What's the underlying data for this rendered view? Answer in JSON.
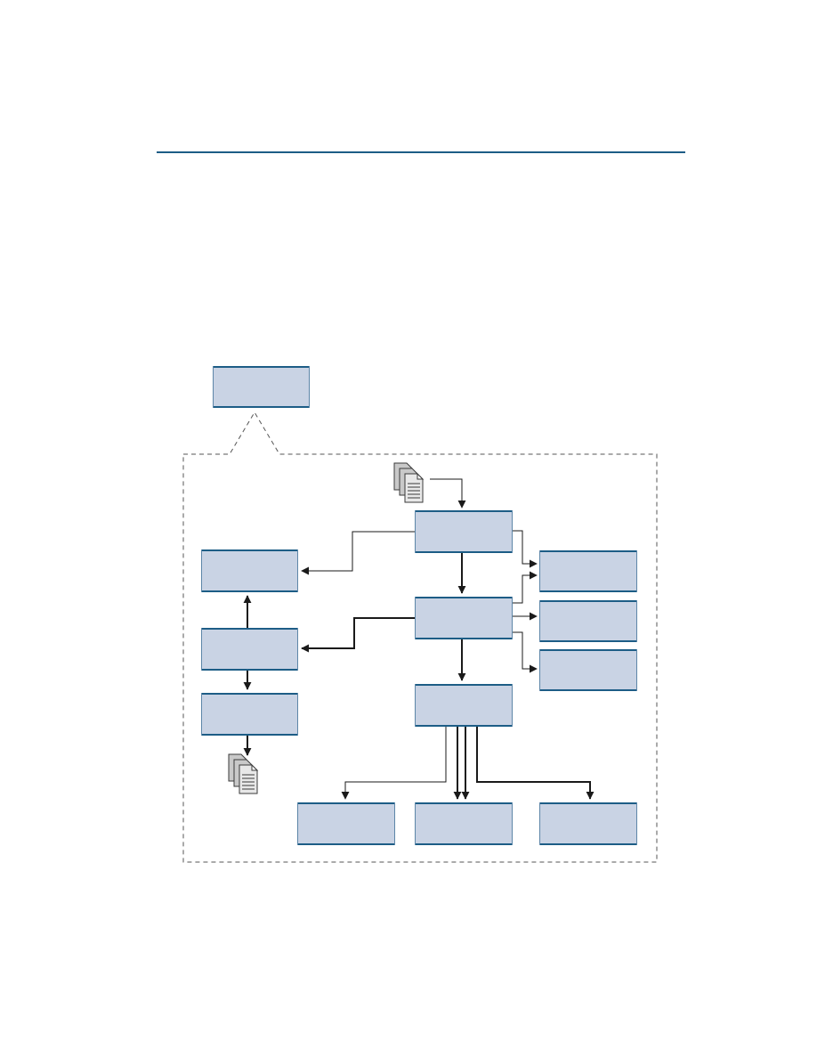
{
  "diagram": {
    "colors": {
      "rule": "#1d5d86",
      "box_fill": "#c9d3e4",
      "box_border": "#1d5d86",
      "connector": "#1a1a1a",
      "boundary": "#555555"
    },
    "boxes": [
      {
        "id": "top-box",
        "label": ""
      },
      {
        "id": "center-1",
        "label": ""
      },
      {
        "id": "center-2",
        "label": ""
      },
      {
        "id": "center-3",
        "label": ""
      },
      {
        "id": "left-1",
        "label": ""
      },
      {
        "id": "left-2",
        "label": ""
      },
      {
        "id": "left-3",
        "label": ""
      },
      {
        "id": "right-1",
        "label": ""
      },
      {
        "id": "right-2",
        "label": ""
      },
      {
        "id": "right-3",
        "label": ""
      },
      {
        "id": "bottom-1",
        "label": ""
      },
      {
        "id": "bottom-2",
        "label": ""
      },
      {
        "id": "bottom-3",
        "label": ""
      }
    ],
    "icons": [
      "document-stack-icon",
      "document-stack-icon"
    ]
  }
}
